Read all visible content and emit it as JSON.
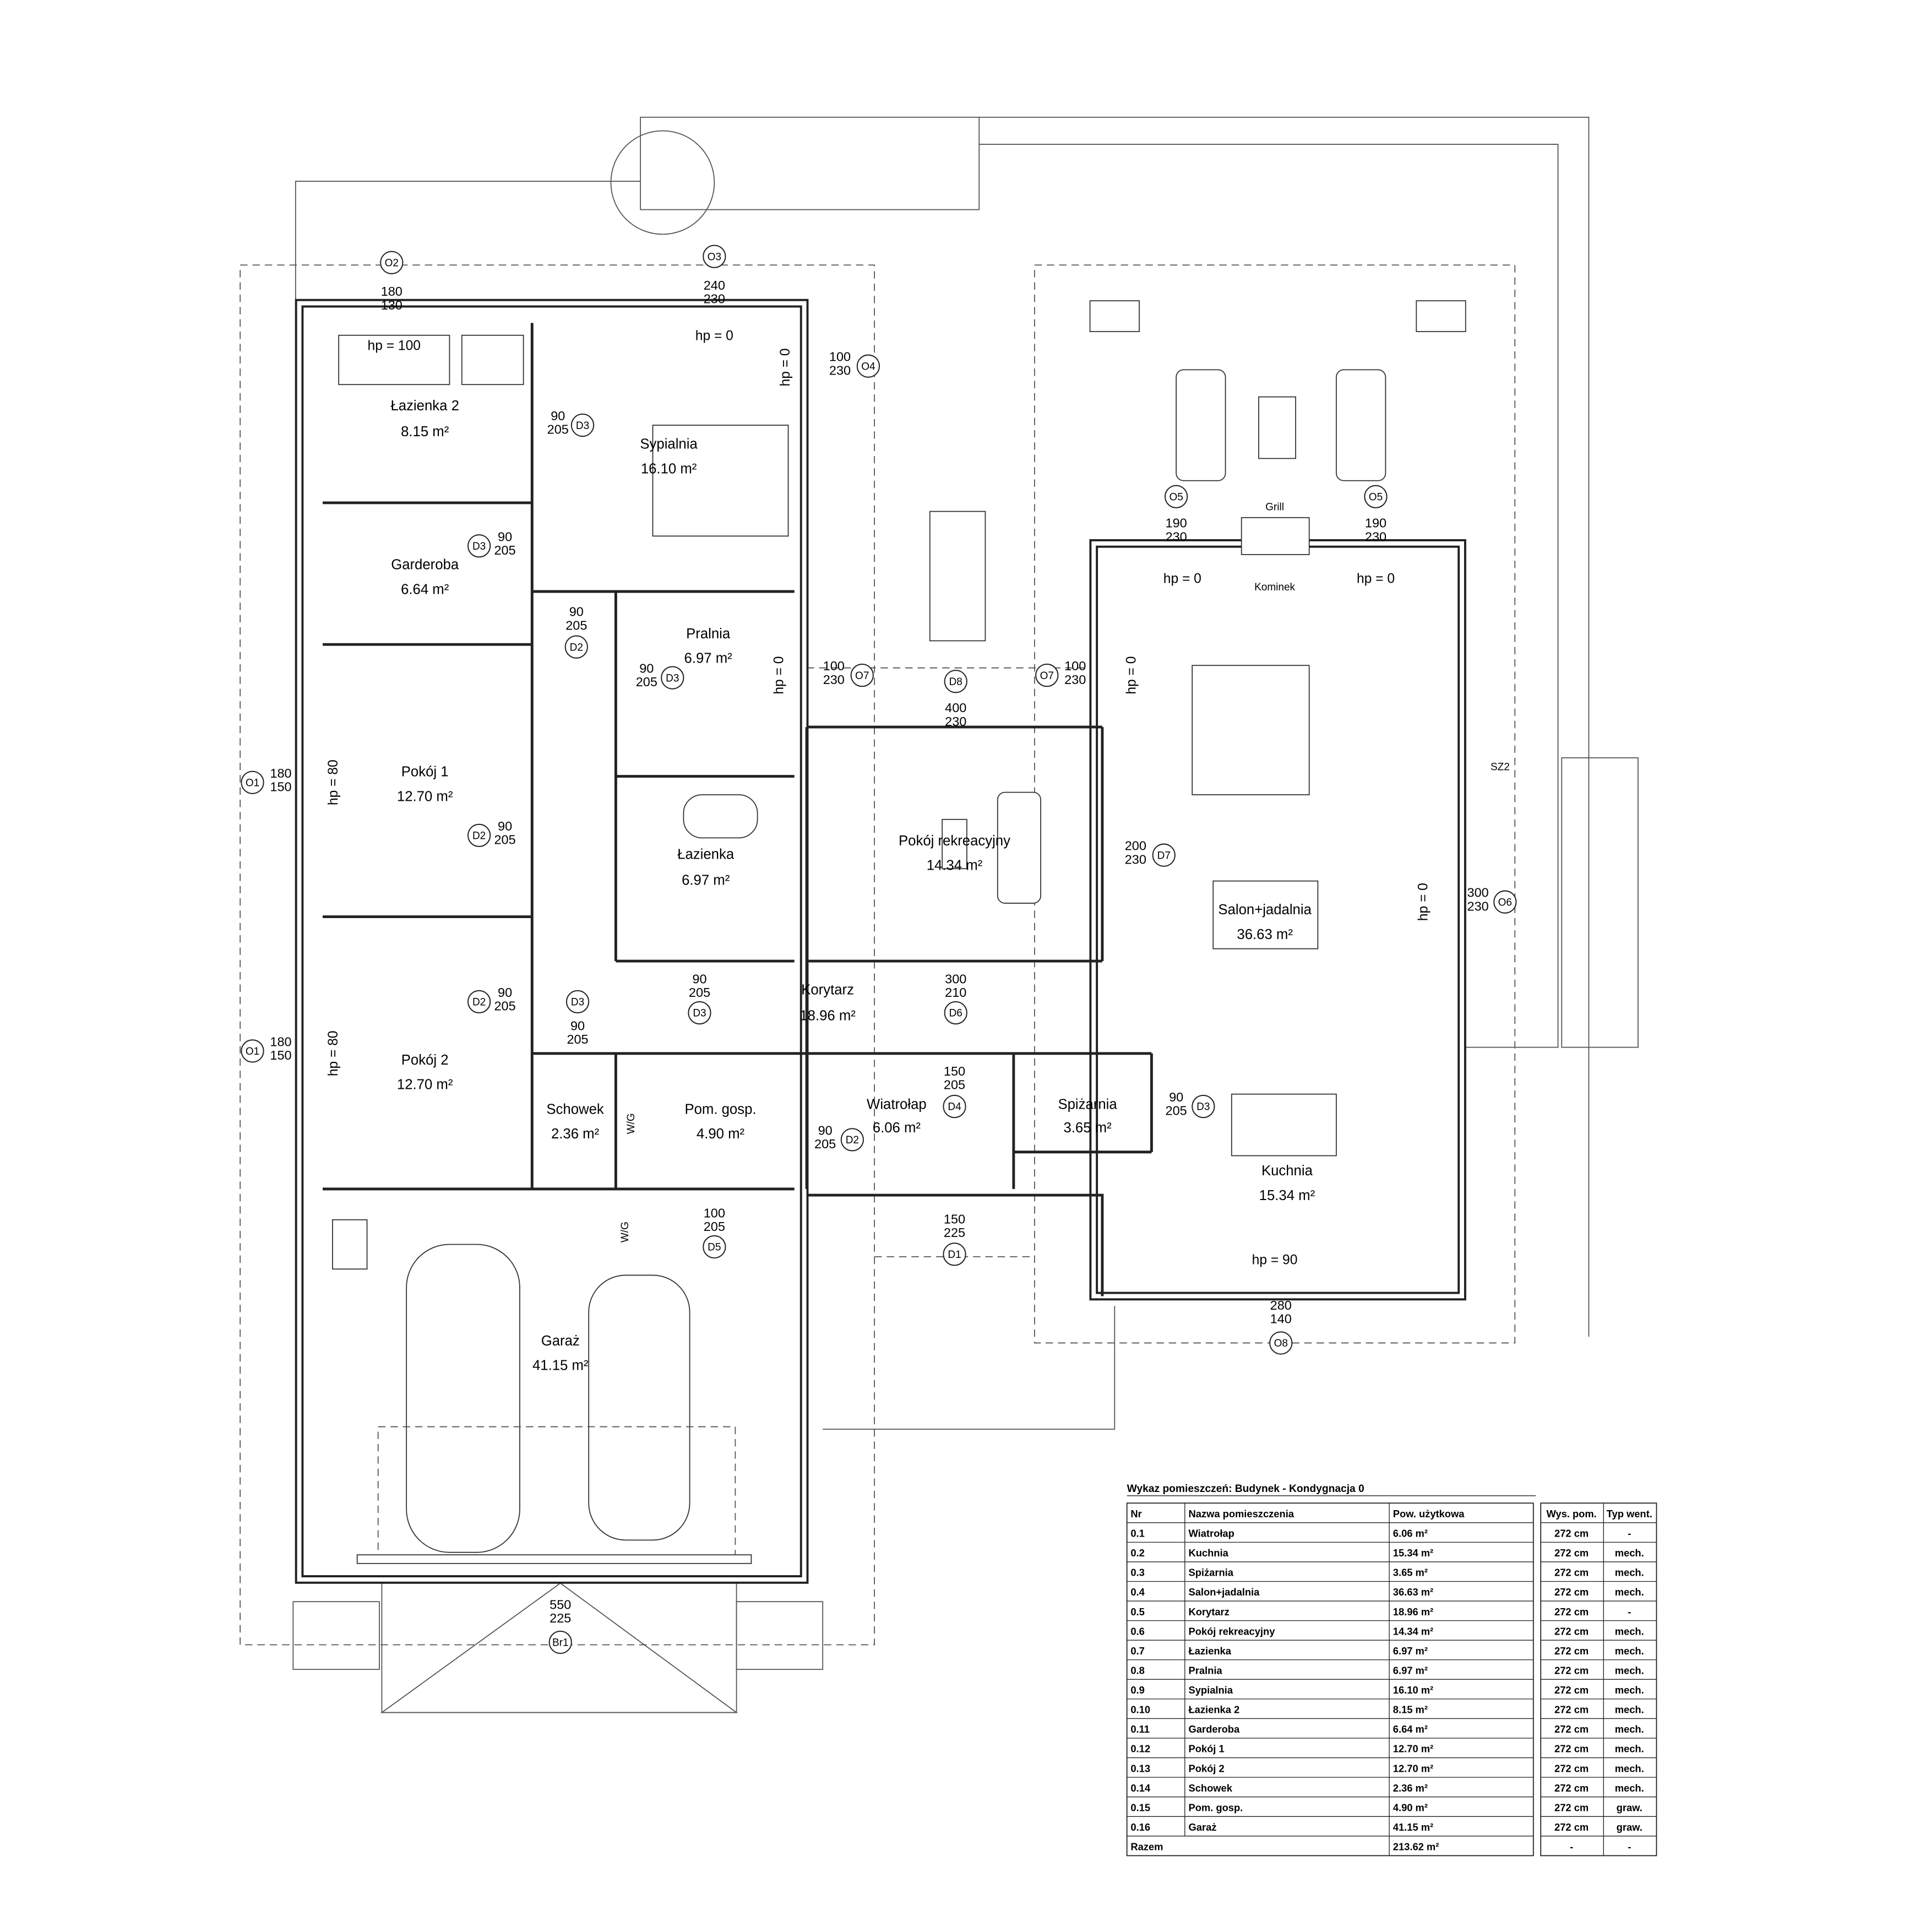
{
  "rooms": [
    {
      "name": "Łazienka 2",
      "area": "8.15 m²"
    },
    {
      "name": "Garderoba",
      "area": "6.64 m²"
    },
    {
      "name": "Sypialnia",
      "area": "16.10 m²"
    },
    {
      "name": "Pralnia",
      "area": "6.97 m²"
    },
    {
      "name": "Pokój 1",
      "area": "12.70 m²"
    },
    {
      "name": "Łazienka",
      "area": "6.97 m²"
    },
    {
      "name": "Pokój rekreacyjny",
      "area": "14.34 m²"
    },
    {
      "name": "Salon+jadalnia",
      "area": "36.63 m²"
    },
    {
      "name": "Korytarz",
      "area": "18.96 m²"
    },
    {
      "name": "Pokój 2",
      "area": "12.70 m²"
    },
    {
      "name": "Schowek",
      "area": "2.36 m²"
    },
    {
      "name": "Pom. gosp.",
      "area": "4.90 m²"
    },
    {
      "name": "Wiatrołap",
      "area": "6.06 m²"
    },
    {
      "name": "Spiżarnia",
      "area": "3.65 m²"
    },
    {
      "name": "Kuchnia",
      "area": "15.34 m²"
    },
    {
      "name": "Garaż",
      "area": "41.15 m²"
    }
  ],
  "sill_heights": [
    "hp = 100",
    "hp = 0",
    "hp = 0",
    "hp = 80",
    "hp = 80",
    "hp = 0",
    "hp = 0",
    "hp = 0",
    "hp = 0",
    "hp = 0",
    "hp = 90"
  ],
  "annotations": {
    "grill": "Grill",
    "fireplace": "Kominek",
    "sz": "SZ2",
    "wg1": "W/G",
    "wg2": "W/G"
  },
  "openings": [
    {
      "tag": "O2",
      "dims": [
        "180",
        "130"
      ]
    },
    {
      "tag": "O3",
      "dims": [
        "240",
        "230"
      ]
    },
    {
      "tag": "O4",
      "dims": [
        "100",
        "230"
      ]
    },
    {
      "tag": "D3",
      "dims": [
        "90",
        "205"
      ]
    },
    {
      "tag": "D3",
      "dims": [
        "90",
        "205"
      ]
    },
    {
      "tag": "D2",
      "dims": [
        "90",
        "205"
      ]
    },
    {
      "tag": "D3",
      "dims": [
        "90",
        "205"
      ]
    },
    {
      "tag": "O7",
      "dims": [
        "100",
        "230"
      ]
    },
    {
      "tag": "O7",
      "dims": [
        "100",
        "230"
      ]
    },
    {
      "tag": "D8",
      "dims": [
        "400",
        "230"
      ]
    },
    {
      "tag": "O5",
      "dims": [
        "190",
        "230"
      ]
    },
    {
      "tag": "O5",
      "dims": [
        "190",
        "230"
      ]
    },
    {
      "tag": "O1",
      "dims": [
        "180",
        "150"
      ]
    },
    {
      "tag": "D2",
      "dims": [
        "90",
        "205"
      ]
    },
    {
      "tag": "D7",
      "dims": [
        "200",
        "230"
      ]
    },
    {
      "tag": "O6",
      "dims": [
        "300",
        "230"
      ]
    },
    {
      "tag": "D3",
      "dims": [
        "90",
        "205"
      ]
    },
    {
      "tag": "D2",
      "dims": [
        "90",
        "205"
      ]
    },
    {
      "tag": "D3",
      "dims": [
        "90",
        "205"
      ]
    },
    {
      "tag": "D6",
      "dims": [
        "300",
        "210"
      ]
    },
    {
      "tag": "O1",
      "dims": [
        "180",
        "150"
      ]
    },
    {
      "tag": "D4",
      "dims": [
        "150",
        "205"
      ]
    },
    {
      "tag": "D2",
      "dims": [
        "90",
        "205"
      ]
    },
    {
      "tag": "D3",
      "dims": [
        "90",
        "205"
      ]
    },
    {
      "tag": "D5",
      "dims": [
        "100",
        "205"
      ]
    },
    {
      "tag": "D1",
      "dims": [
        "150",
        "225"
      ]
    },
    {
      "tag": "O8",
      "dims": [
        "280",
        "140"
      ]
    },
    {
      "tag": "Br1",
      "dims": [
        "550",
        "225"
      ]
    }
  ],
  "schedule": {
    "title": "Wykaz pomieszczeń: Budynek - Kondygnacja 0",
    "headers": [
      "Nr",
      "Nazwa pomieszczenia",
      "Pow. użytkowa",
      "Wys. pom.",
      "Typ went."
    ],
    "rows": [
      [
        "0.1",
        "Wiatrołap",
        "6.06 m²",
        "272 cm",
        "-"
      ],
      [
        "0.2",
        "Kuchnia",
        "15.34 m²",
        "272 cm",
        "mech."
      ],
      [
        "0.3",
        "Spiżarnia",
        "3.65 m²",
        "272 cm",
        "mech."
      ],
      [
        "0.4",
        "Salon+jadalnia",
        "36.63 m²",
        "272 cm",
        "mech."
      ],
      [
        "0.5",
        "Korytarz",
        "18.96 m²",
        "272 cm",
        "-"
      ],
      [
        "0.6",
        "Pokój rekreacyjny",
        "14.34 m²",
        "272 cm",
        "mech."
      ],
      [
        "0.7",
        "Łazienka",
        "6.97 m²",
        "272 cm",
        "mech."
      ],
      [
        "0.8",
        "Pralnia",
        "6.97 m²",
        "272 cm",
        "mech."
      ],
      [
        "0.9",
        "Sypialnia",
        "16.10 m²",
        "272 cm",
        "mech."
      ],
      [
        "0.10",
        "Łazienka 2",
        "8.15 m²",
        "272 cm",
        "mech."
      ],
      [
        "0.11",
        "Garderoba",
        "6.64 m²",
        "272 cm",
        "mech."
      ],
      [
        "0.12",
        "Pokój 1",
        "12.70 m²",
        "272 cm",
        "mech."
      ],
      [
        "0.13",
        "Pokój 2",
        "12.70 m²",
        "272 cm",
        "mech."
      ],
      [
        "0.14",
        "Schowek",
        "2.36 m²",
        "272 cm",
        "mech."
      ],
      [
        "0.15",
        "Pom. gosp.",
        "4.90 m²",
        "272 cm",
        "graw."
      ],
      [
        "0.16",
        "Garaż",
        "41.15 m²",
        "272 cm",
        "graw."
      ]
    ],
    "total": {
      "label": "Razem",
      "area": "213.62 m²",
      "height": "-",
      "vent": "-"
    }
  }
}
